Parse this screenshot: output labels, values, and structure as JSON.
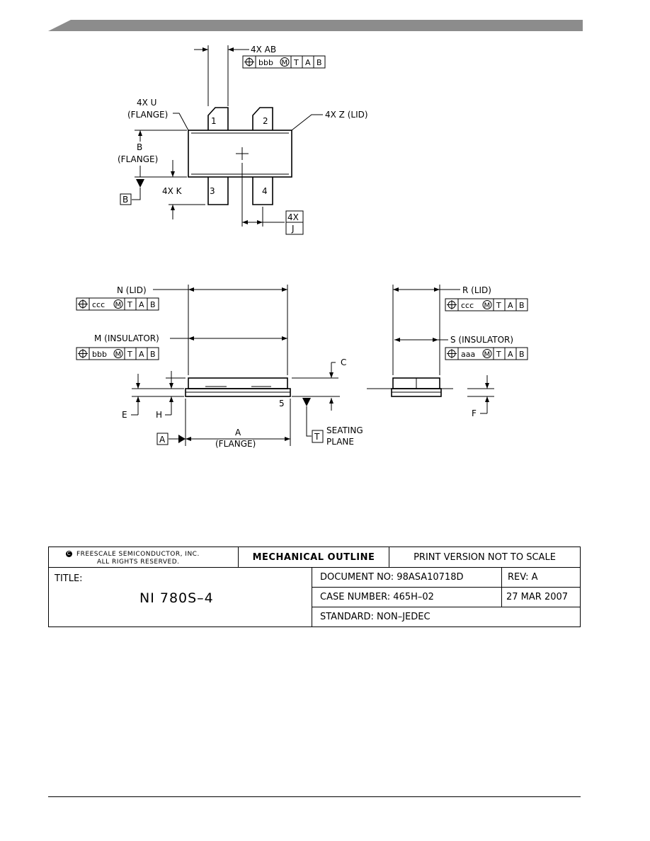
{
  "drawing": {
    "top_view": {
      "dim_ab": "4X AB",
      "fcf_ab": [
        "bbb",
        "T",
        "A",
        "B"
      ],
      "dim_u": "4X U",
      "dim_u_sub": "(FLANGE)",
      "dim_z": "4X Z (LID)",
      "dim_b": "B",
      "dim_b_sub": "(FLANGE)",
      "datum_b": "B",
      "dim_k": "4X K",
      "dim_j_top": "4X",
      "dim_j_bottom": "J",
      "pins": [
        "1",
        "2",
        "3",
        "4"
      ]
    },
    "side_view": {
      "dim_n": "N (LID)",
      "fcf_n": [
        "ccc",
        "T",
        "A",
        "B"
      ],
      "dim_m": "M (INSULATOR)",
      "fcf_m": [
        "bbb",
        "T",
        "A",
        "B"
      ],
      "dim_c": "C",
      "dim_e": "E",
      "dim_h": "H",
      "pin5": "5",
      "datum_a": "A",
      "dim_a": "A",
      "dim_a_sub": "(FLANGE)",
      "datum_t": "T",
      "seating_1": "SEATING",
      "seating_2": "PLANE"
    },
    "end_view": {
      "dim_r": "R (LID)",
      "fcf_r": [
        "ccc",
        "T",
        "A",
        "B"
      ],
      "dim_s": "S (INSULATOR)",
      "fcf_s": [
        "aaa",
        "T",
        "A",
        "B"
      ],
      "dim_f": "F"
    }
  },
  "title_block": {
    "copyright_1": "FREESCALE SEMICONDUCTOR, INC.",
    "copyright_2": "ALL RIGHTS RESERVED.",
    "heading": "MECHANICAL OUTLINE",
    "print_note": "PRINT VERSION NOT TO SCALE",
    "title_label": "TITLE:",
    "title_value": "NI 780S–4",
    "document_no": "DOCUMENT NO: 98ASA10718D",
    "rev": "REV: A",
    "case_number": "CASE NUMBER: 465H–02",
    "date": "27 MAR 2007",
    "standard": "STANDARD: NON–JEDEC"
  }
}
